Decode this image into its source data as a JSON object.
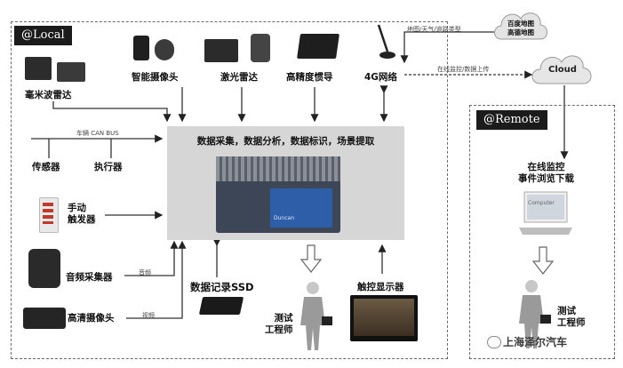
{
  "frames": {
    "local_tag": "@Local",
    "remote_tag": "@Remote"
  },
  "hub": {
    "title": "数据采集，数据分析，数据标识，场景提取",
    "device_brand": "Duncan"
  },
  "devices": {
    "mmwave_radar": "毫米波雷达",
    "smart_camera": "智能摄像头",
    "lidar": "激光雷达",
    "hd_ins": "高精度惯导",
    "net_4g": "4G网络",
    "sensor": "传感器",
    "actuator": "执行器",
    "manual_trigger": "手动\n触发器",
    "audio_collector": "音频采集器",
    "hd_camera": "高清摄像头",
    "ssd": "数据记录SSD",
    "touch_display": "触控显示器",
    "test_engineer_local": "测试\n工程师",
    "test_engineer_remote": "测试\n工程师"
  },
  "edges": {
    "can_bus": "车辆 CAN BUS",
    "map_weather": "地图/天气/道路类型",
    "online_monitor_upload": "在线监控/数据上传",
    "audio": "音频",
    "video": "视频"
  },
  "clouds": {
    "map_cloud": "百度地图\n高德地图",
    "cloud": "Cloud"
  },
  "remote": {
    "functions": "在线监控\n事件浏览下载",
    "computer_label": "Computer"
  },
  "watermark": "上海泽尔汽车"
}
